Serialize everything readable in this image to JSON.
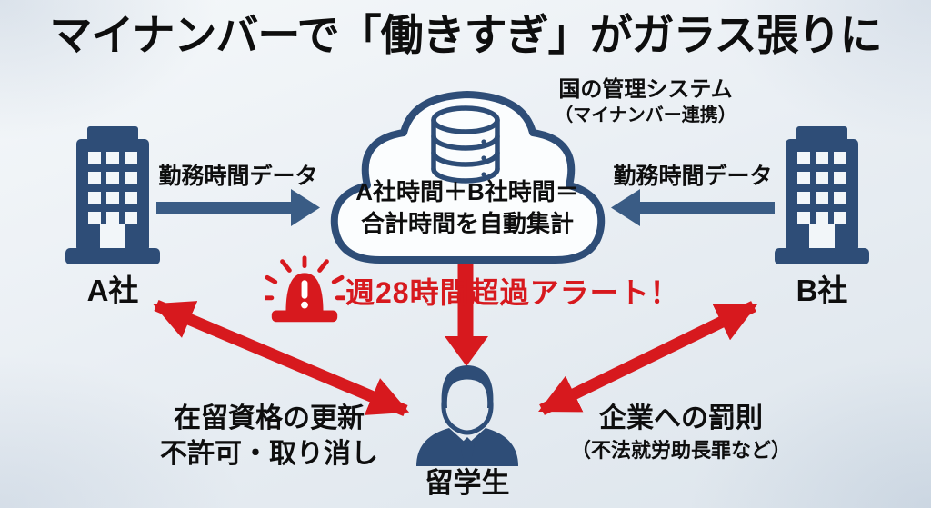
{
  "title": "マイナンバーで「働きすぎ」がガラス張りに",
  "colors": {
    "navy": "#2e4d77",
    "steel": "#3a5c85",
    "red": "#d7191e",
    "ink": "#0e0e0e"
  },
  "system": {
    "title_line1": "国の管理システム",
    "title_line2": "（マイナンバー連携）",
    "formula_line1": "A社時間＋B社時間＝",
    "formula_line2": "合計時間を自動集計"
  },
  "company_a": {
    "name": "A社",
    "flow_label": "勤務時間データ"
  },
  "company_b": {
    "name": "B社",
    "flow_label": "勤務時間データ"
  },
  "alert": {
    "text": "週28時間超過アラート！"
  },
  "student": {
    "label": "留学生"
  },
  "consequence_left": {
    "line1": "在留資格の更新",
    "line2": "不許可・取り消し"
  },
  "consequence_right": {
    "line1": "企業への罰則",
    "line2": "（不法就労助長罪など）"
  },
  "icons": {
    "cloud": "cloud-icon",
    "database": "database-icon",
    "building_a": "building-icon",
    "building_b": "building-icon",
    "siren": "siren-icon",
    "student": "person-icon"
  }
}
